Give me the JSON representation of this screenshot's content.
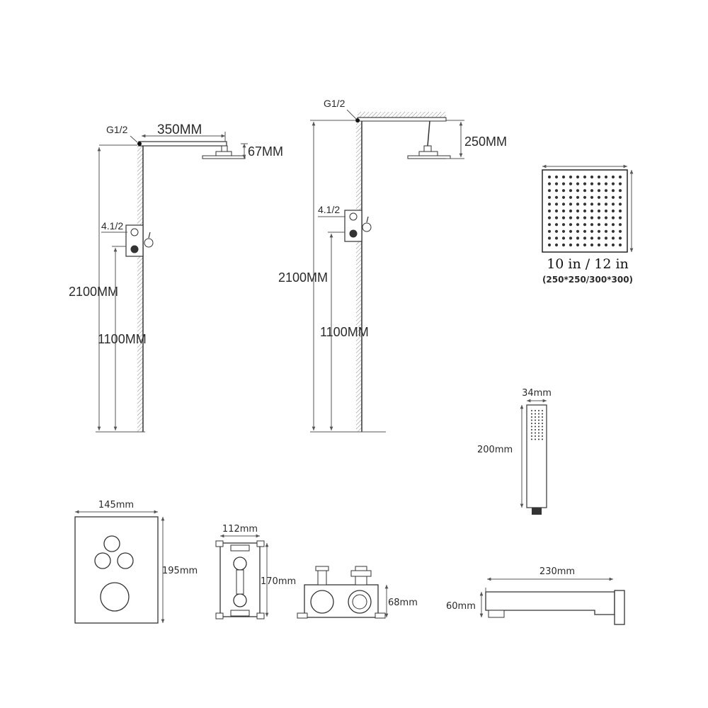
{
  "wall_mount": {
    "thread_label": "G1/2",
    "arm_length": "350MM",
    "head_height": "67MM",
    "valve_thread": "4.1/2",
    "total_height": "2100MM",
    "valve_height": "1100MM"
  },
  "ceiling_mount": {
    "thread_label": "G1/2",
    "drop_length": "250MM",
    "valve_thread": "4.1/2",
    "total_height": "2100MM",
    "valve_height": "1100MM"
  },
  "shower_head": {
    "size_label": "10 in / 12 in",
    "size_mm": "(250*250/300*300)"
  },
  "hand_shower": {
    "width": "34mm",
    "length": "200mm"
  },
  "control_panel": {
    "width": "145mm",
    "height": "195mm"
  },
  "valve_box": {
    "width": "112mm",
    "height": "170mm",
    "depth": "68mm"
  },
  "spout": {
    "length": "230mm",
    "height": "60mm"
  }
}
